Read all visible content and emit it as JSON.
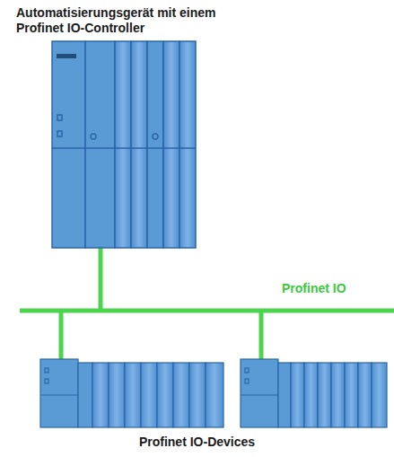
{
  "diagram": {
    "title": "Automatisierungsgerät mit einem Profinet IO-Controller",
    "labels": [
      "Profinet IO",
      "Profinet IO-Devices"
    ]
  }
}
